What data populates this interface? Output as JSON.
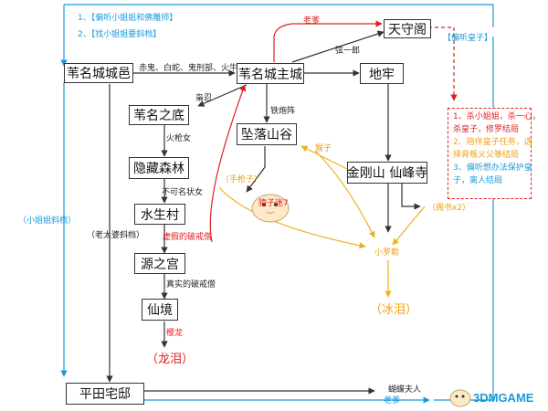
{
  "nodes": {
    "ashina_town": "苇名城城邑",
    "ashina_castle": "苇名城主城",
    "tenshukaku": "天守阁",
    "dungeon": "地牢",
    "ashina_depths": "苇名之底",
    "fallen_valley": "坠落山谷",
    "hidden_forest": "隐藏森林",
    "kongo_temple": "金刚山 仙峰寺",
    "mibu_village": "水生村",
    "source_palace": "源之宫",
    "fountainhead": "仙境",
    "hirata_estate": "平田宅邸"
  },
  "labels": {
    "find_drummer": "1、【偏听小姐姐和佛雕师】",
    "find_grandma": "2、【找小姐姐要斜档】",
    "bosses_road": "赤鬼、白蛇、鬼刑部、火牛",
    "genichiro": "弦一郎",
    "old_lady": "老爹",
    "kuro_side": "【偏听皇子】",
    "owl": "枭忍",
    "fire_girl": "火枪女",
    "guard": "铁炮阵",
    "cannot_name": "不可名状女",
    "grandma_oldman": "（老太婆斜档）",
    "real_monk": "真实的破戒僧",
    "fake_monk": "虚假的破戒僧",
    "dragon": "樱龙",
    "dragon_tears": "（龙泪）",
    "shuriken_note": "（小姐姐斜档）",
    "monkey": "（手枪子）",
    "monkey2": "猴子",
    "monkey_boss": "猿子迷7",
    "ghost_monkey": "（阁书x2）",
    "bottom_note": "小罗勒",
    "ice_tears": "（冰泪）",
    "butterfly": "蝴蝶夫人",
    "old_man_bottom": "老爹"
  },
  "side_note": {
    "line1": "1、杀小姐姐，杀一心，",
    "line2": "杀皇子，修罗结局",
    "line3": "2、陪伴皇子任务，选",
    "line4": "择背叛义父等结局",
    "line5": "3、偏听想办法保护皇",
    "line6": "子，离人结局"
  },
  "watermark": "3DMGAME",
  "colors": {
    "black_line": "#333333",
    "blue_line": "#1a9ad9",
    "red_line": "#e02020",
    "orange_line": "#f0b020"
  }
}
